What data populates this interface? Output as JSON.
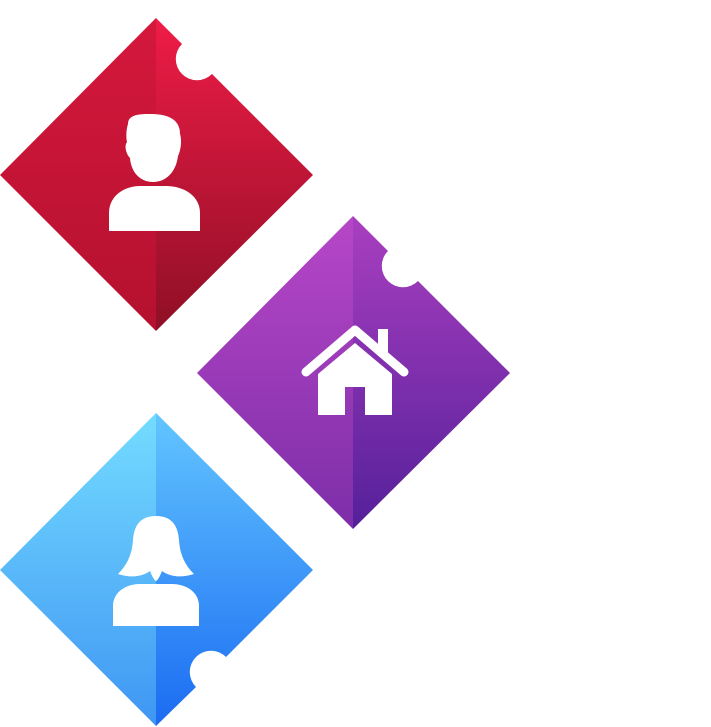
{
  "tiles": [
    {
      "id": "man",
      "icon": "man-avatar-icon",
      "colors": {
        "light": "#ea1a45",
        "dark": "#b5122f",
        "shadow": "#8f0f25"
      }
    },
    {
      "id": "home",
      "icon": "home-icon",
      "colors": {
        "light": "#b444c4",
        "dark": "#8a2fb0",
        "shadow": "#5a1f97"
      }
    },
    {
      "id": "woman",
      "icon": "woman-avatar-icon",
      "colors": {
        "light": "#6fd8ff",
        "dark": "#49a3f5",
        "shadow": "#1f6ff2"
      }
    }
  ]
}
